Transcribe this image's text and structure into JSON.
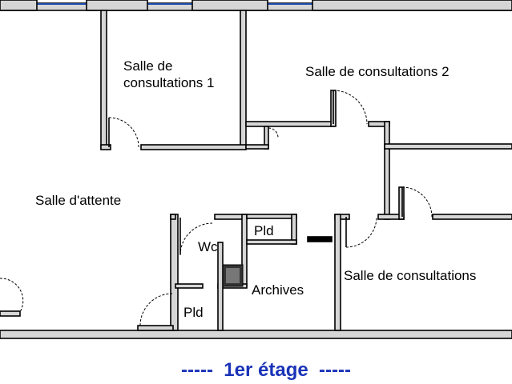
{
  "plan": {
    "rooms": {
      "consult_1": [
        "Salle de",
        "consultations 1"
      ],
      "consult_2": "Salle de consultations 2",
      "consult_3": "Salle de consultations",
      "waiting": "Salle d'attente",
      "wc": "Wc",
      "pld_top": "Pld",
      "pld_bottom": "Pld",
      "archives": "Archives"
    },
    "floor_title": "-----  1er étage  -----"
  },
  "colors": {
    "wall_fill": "#d6d6d6",
    "wall_stroke": "#000000",
    "window": "#1f4fb3",
    "floor_title": "#1a33b8"
  }
}
